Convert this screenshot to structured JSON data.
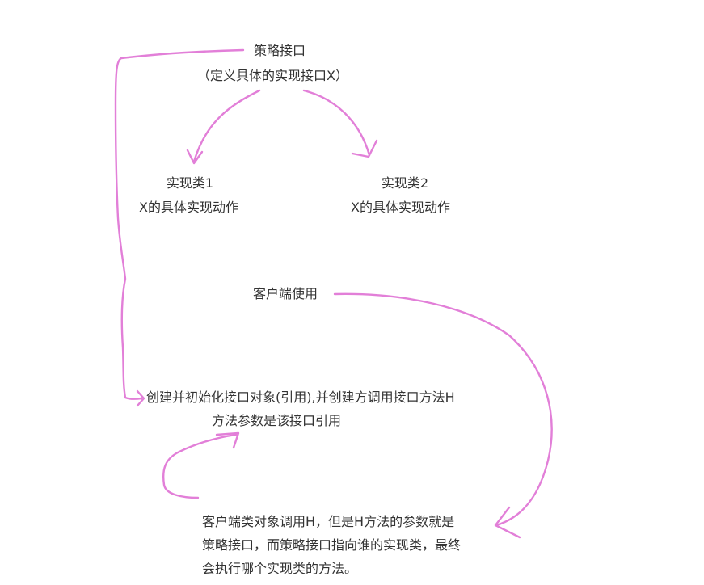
{
  "diagram": {
    "strategy": {
      "title": "策略接口",
      "subtitle": "（定义具体的实现接口X）"
    },
    "impl1": {
      "title": "实现类1",
      "desc": "X的具体实现动作"
    },
    "impl2": {
      "title": "实现类2",
      "desc": "X的具体实现动作"
    },
    "client": {
      "title": "客户端使用"
    },
    "create": {
      "line1": "创建并初始化接口对象(引用),并创建方调用接口方法H",
      "line2": "方法参数是该接口引用"
    },
    "explain": {
      "line1": "客户端类对象调用H，但是H方法的参数就是",
      "line2": "策略接口，而策略接口指向谁的实现类，最终",
      "line3": "会执行哪个实现类的方法。"
    }
  },
  "colors": {
    "text": "#333333",
    "arrow": "#e27fd8",
    "background": "#ffffff"
  }
}
